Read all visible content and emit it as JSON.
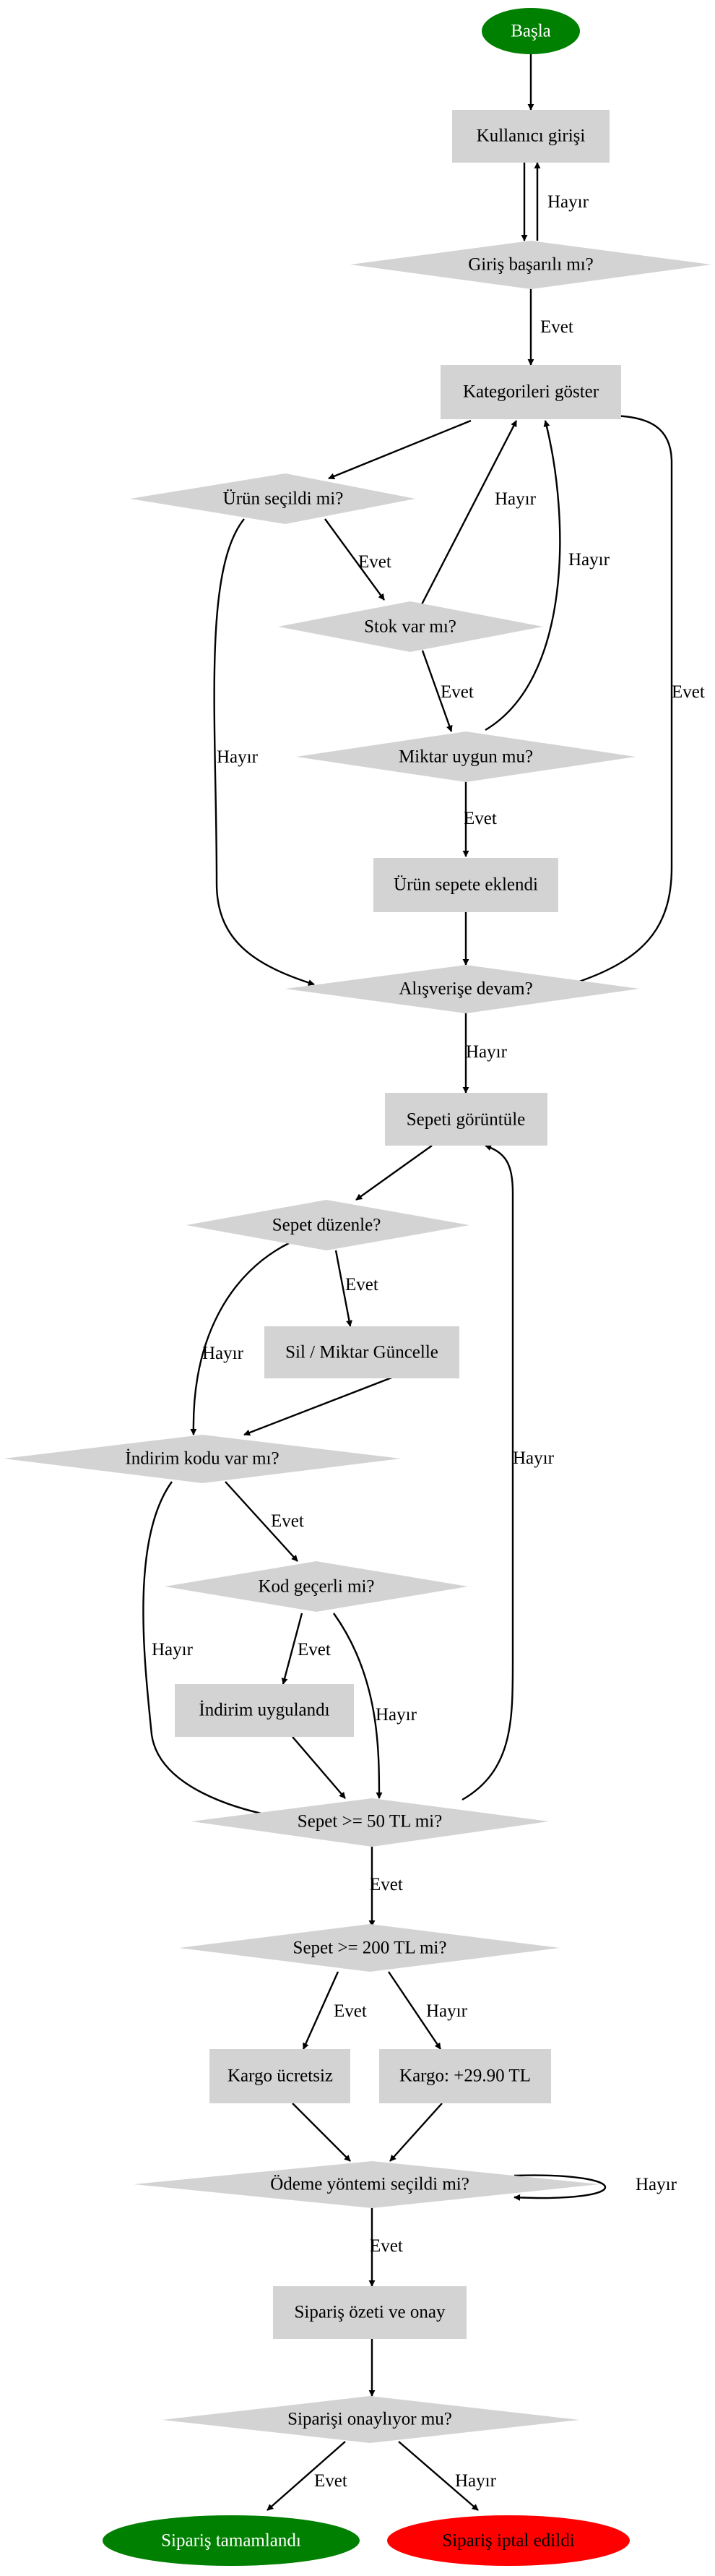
{
  "colors": {
    "process": "#d3d3d3",
    "decision": "#d3d3d3",
    "start": "#008000",
    "success": "#008000",
    "cancel": "#ff0000",
    "start_text": "#ffffff",
    "cancel_text": "#000000",
    "edge": "#000000"
  },
  "nodes": {
    "start": "Başla",
    "login": "Kullanıcı girişi",
    "login_ok": "Giriş başarılı mı?",
    "categories": "Kategorileri göster",
    "product_selected": "Ürün seçildi mi?",
    "stock": "Stok var mı?",
    "qty_ok": "Miktar uygun mu?",
    "added_to_cart": "Ürün sepete eklendi",
    "continue_shopping": "Alışverişe devam?",
    "view_cart": "Sepeti görüntüle",
    "edit_cart": "Sepet düzenle?",
    "delete_update": "Sil / Miktar Güncelle",
    "has_discount": "İndirim kodu var mı?",
    "code_valid": "Kod geçerli mi?",
    "discount_applied": "İndirim uygulandı",
    "cart_50": "Sepet >= 50 TL mi?",
    "cart_200": "Sepet >= 200 TL mi?",
    "free_shipping": "Kargo ücretsiz",
    "shipping_fee": "Kargo: +29.90 TL",
    "payment_selected": "Ödeme yöntemi seçildi mi?",
    "order_summary": "Sipariş özeti ve onay",
    "confirm_order": "Siparişi onaylıyor mu?",
    "order_done": "Sipariş tamamlandı",
    "order_cancelled": "Sipariş iptal edildi"
  },
  "labels": {
    "login_no": "Hayır",
    "login_yes": "Evet",
    "select_yes": "Evet",
    "select_no": "Hayır",
    "stock_no": "Hayır",
    "stock_yes": "Evet",
    "qty_no": "Hayır",
    "qty_yes": "Evet",
    "continue_yes": "Evet",
    "continue_no": "Hayır",
    "edit_yes": "Evet",
    "edit_no": "Hayır",
    "discount_yes": "Evet",
    "discount_no": "Hayır",
    "code_yes": "Evet",
    "code_no": "Hayır",
    "cart50_no": "Hayır",
    "cart50_yes": "Evet",
    "cart200_yes": "Evet",
    "cart200_no": "Hayır",
    "payment_no": "Hayır",
    "payment_yes": "Evet",
    "confirm_yes": "Evet",
    "confirm_no": "Hayır"
  }
}
